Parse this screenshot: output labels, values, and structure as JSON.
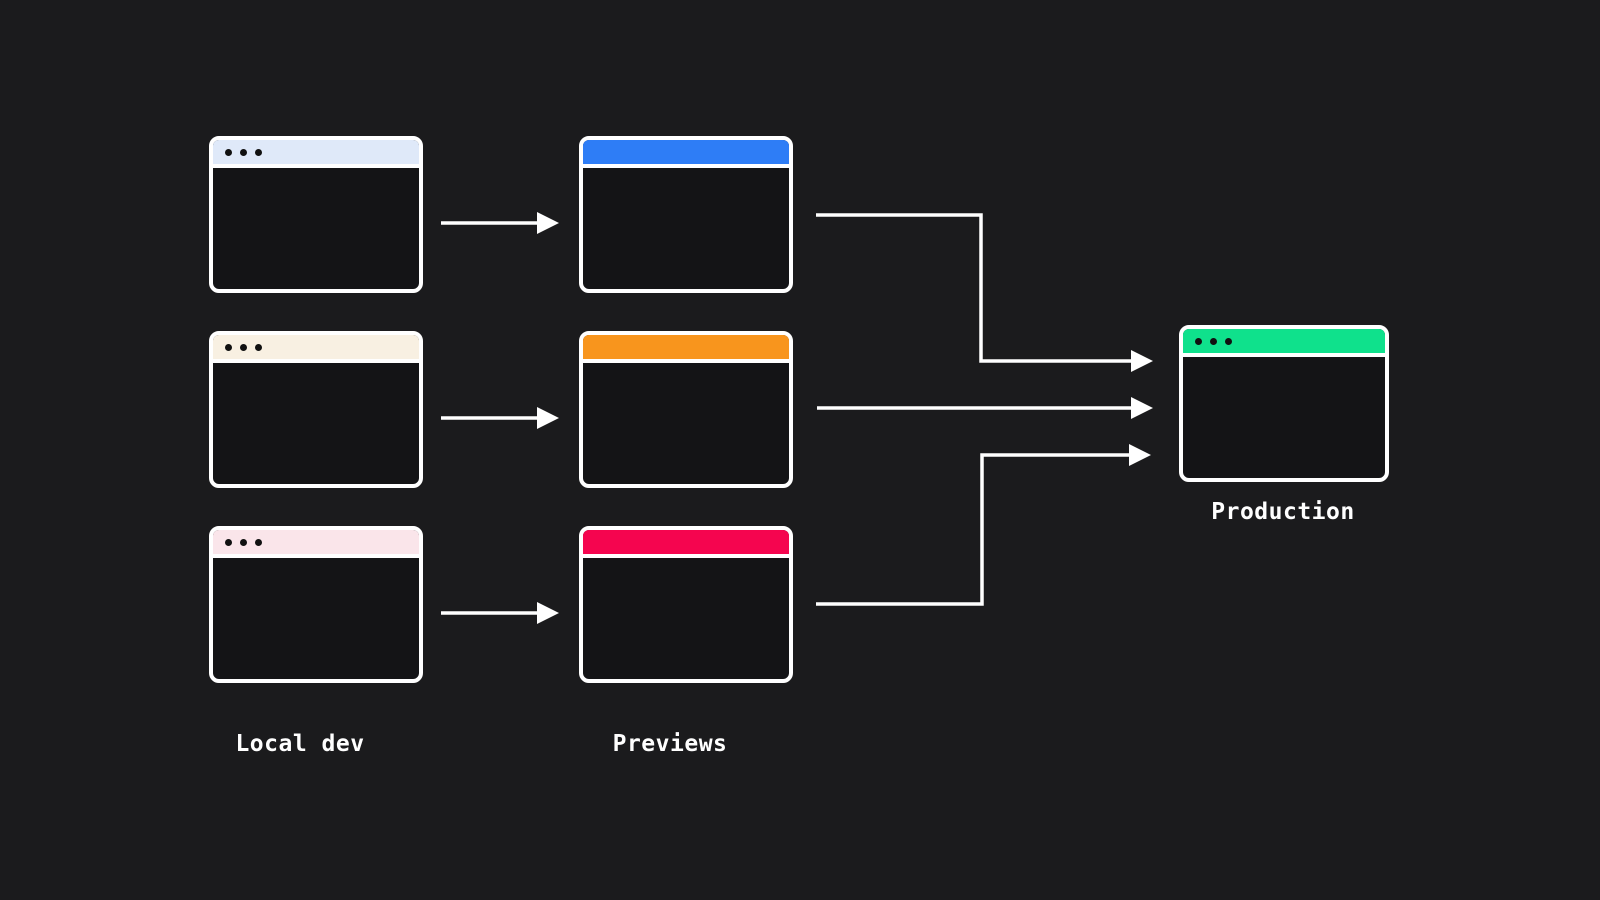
{
  "canvas": {
    "background": "#1b1b1d",
    "window_body_color": "#141416",
    "window_border_color": "#ffffff",
    "arrow_color": "#ffffff",
    "dot_color": "#111111"
  },
  "labels": {
    "local_dev": "Local dev",
    "previews": "Previews",
    "production": "Production"
  },
  "windows": {
    "local_dev_1": {
      "titlebar_color": "#dfe9f9",
      "dots": true
    },
    "local_dev_2": {
      "titlebar_color": "#f8f0e2",
      "dots": true
    },
    "local_dev_3": {
      "titlebar_color": "#fae5ea",
      "dots": true
    },
    "preview_1": {
      "titlebar_color": "#2e7df6",
      "dots": false
    },
    "preview_2": {
      "titlebar_color": "#f8951d",
      "dots": false
    },
    "preview_3": {
      "titlebar_color": "#f5054f",
      "dots": false
    },
    "production": {
      "titlebar_color": "#0fe18c",
      "dots": true
    }
  }
}
